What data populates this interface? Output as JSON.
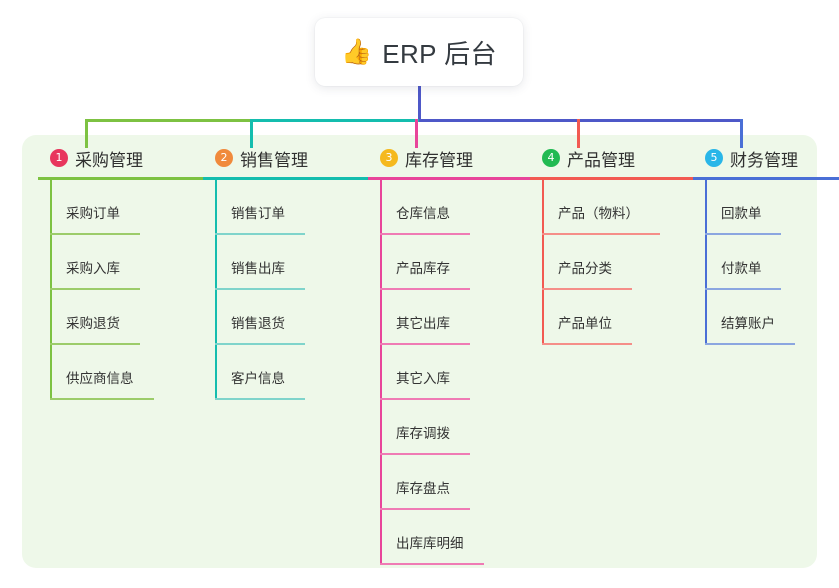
{
  "root": {
    "icon": "thumbs-up-icon",
    "emoji": "👍",
    "title": "ERP 后台"
  },
  "theme": {
    "panel_bg": "#eef8e9",
    "card_bg": "#ffffff",
    "text": "#303030",
    "trunk_line": "#4e58c8"
  },
  "columns": [
    {
      "number": "1",
      "title": "采购管理",
      "badge_color": "#e8365d",
      "line_color": "#7dc242",
      "leaf_color": "#9ccc6a",
      "items": [
        "采购订单",
        "采购入库",
        "采购退货",
        "供应商信息"
      ]
    },
    {
      "number": "2",
      "title": "销售管理",
      "badge_color": "#f08a3c",
      "line_color": "#14bdae",
      "leaf_color": "#7fd4cb",
      "items": [
        "销售订单",
        "销售出库",
        "销售退货",
        "客户信息"
      ]
    },
    {
      "number": "3",
      "title": "库存管理",
      "badge_color": "#f5b91e",
      "line_color": "#e8459a",
      "leaf_color": "#ef7bb4",
      "items": [
        "仓库信息",
        "产品库存",
        "其它出库",
        "其它入库",
        "库存调拨",
        "库存盘点",
        "出库库明细"
      ]
    },
    {
      "number": "4",
      "title": "产品管理",
      "badge_color": "#21ba52",
      "line_color": "#f25a52",
      "leaf_color": "#f58e88",
      "items": [
        "产品（物料）",
        "产品分类",
        "产品单位"
      ]
    },
    {
      "number": "5",
      "title": "财务管理",
      "badge_color": "#29b6e8",
      "line_color": "#4a6fd6",
      "leaf_color": "#8ba6e0",
      "items": [
        "回款单",
        "付款单",
        "结算账户"
      ]
    }
  ]
}
